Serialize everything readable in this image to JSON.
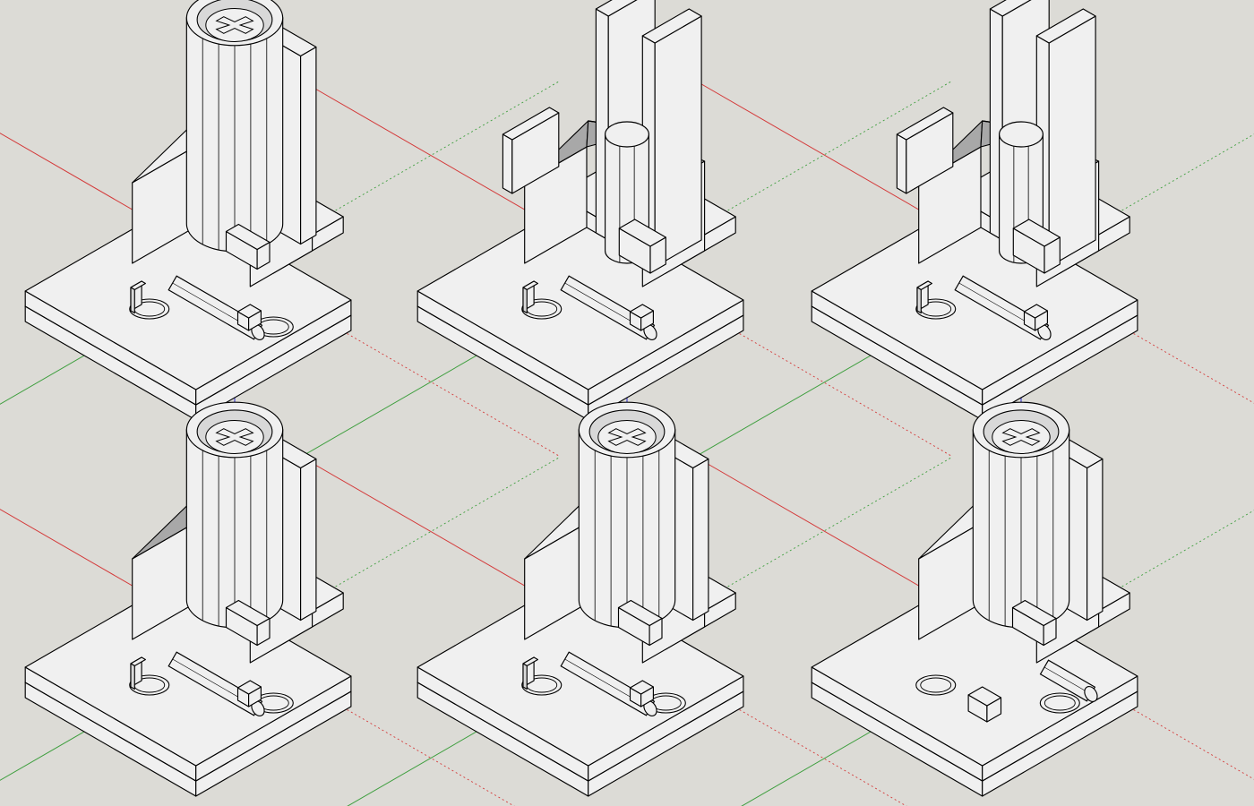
{
  "scene": {
    "background": "#dcdbd6",
    "face_light": "#f0f0f0",
    "face_mid": "#d8d8d8",
    "face_dark": "#a8a8a8",
    "edge_color": "#000000",
    "axis_red": "#d43a3a",
    "axis_green": "#3f9f3f",
    "axis_blue": "#2b2bd0"
  },
  "views": [
    {
      "id": "view-1",
      "variant": "full-cylinder-cross",
      "section_cut": "quarter"
    },
    {
      "id": "view-2",
      "variant": "center-section-pin",
      "section_cut": "half"
    },
    {
      "id": "view-3",
      "variant": "center-section-pin-dome",
      "section_cut": "half"
    },
    {
      "id": "view-4",
      "variant": "full-cylinder-cross-dome",
      "section_cut": "quarter"
    },
    {
      "id": "view-5",
      "variant": "full-cylinder-cross-wall",
      "section_cut": "quarter"
    },
    {
      "id": "view-6",
      "variant": "corner-removed-cylinder",
      "section_cut": "corner"
    }
  ]
}
